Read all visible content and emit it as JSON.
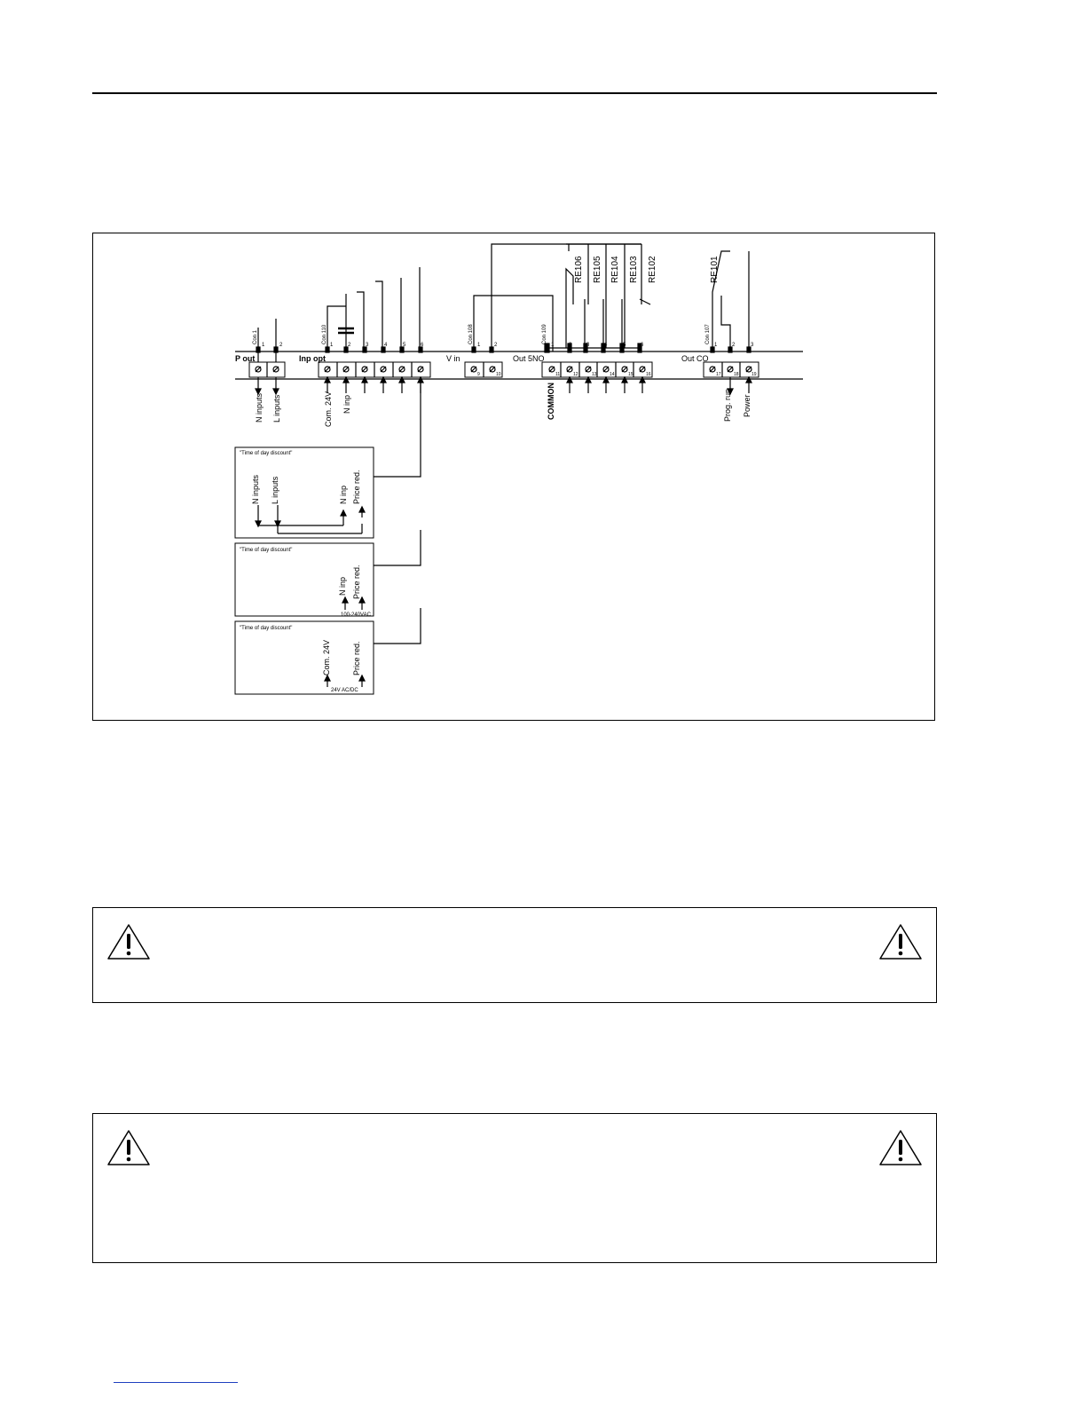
{
  "diagram": {
    "connectors": {
      "p_out": {
        "label": "P out",
        "con": "Con 1",
        "pins": [
          "1",
          "2"
        ]
      },
      "inp_opt": {
        "label": "Inp opt",
        "con": "Con 110",
        "pins": [
          "1",
          "2",
          "3",
          "4",
          "5",
          "6"
        ]
      },
      "v_in": {
        "label": "V in",
        "con": "Con 108",
        "pins": [
          "1",
          "2"
        ],
        "terminals": [
          "9",
          "10"
        ]
      },
      "out_5no": {
        "label": "Out 5NO",
        "con": "Con 109",
        "pins": [
          "1",
          "2",
          "3",
          "4",
          "5",
          "6"
        ],
        "terminals": [
          "11",
          "12",
          "13",
          "14",
          "15",
          "16"
        ]
      },
      "out_co": {
        "label": "Out CO",
        "con": "Con 107",
        "pins": [
          "1",
          "2",
          "3"
        ],
        "terminals": [
          "17",
          "18",
          "19"
        ]
      }
    },
    "relays": [
      "RE106",
      "RE105",
      "RE104",
      "RE103",
      "RE102",
      "RE101"
    ],
    "signals": {
      "n_inputs": "N inputs",
      "l_inputs": "L inputs",
      "com_24v": "Com. 24V",
      "n_inp": "N inp",
      "common": "COMMON",
      "prog_run": "Prog. run",
      "power": "Power"
    },
    "options": [
      {
        "title": "\"Time of day discount\"",
        "labels": [
          "N inputs",
          "L inputs",
          "N inp",
          "Price red."
        ],
        "supply": ""
      },
      {
        "title": "\"Time of day discount\"",
        "labels": [
          "N inp",
          "Price red."
        ],
        "supply": "100-240VAC"
      },
      {
        "title": "\"Time of day discount\"",
        "labels": [
          "Com. 24V",
          "Price red."
        ],
        "supply": "24V AC/DC"
      }
    ]
  },
  "warnings": [
    {
      "icon": "warning-triangle-icon"
    },
    {
      "icon": "warning-triangle-icon"
    }
  ]
}
